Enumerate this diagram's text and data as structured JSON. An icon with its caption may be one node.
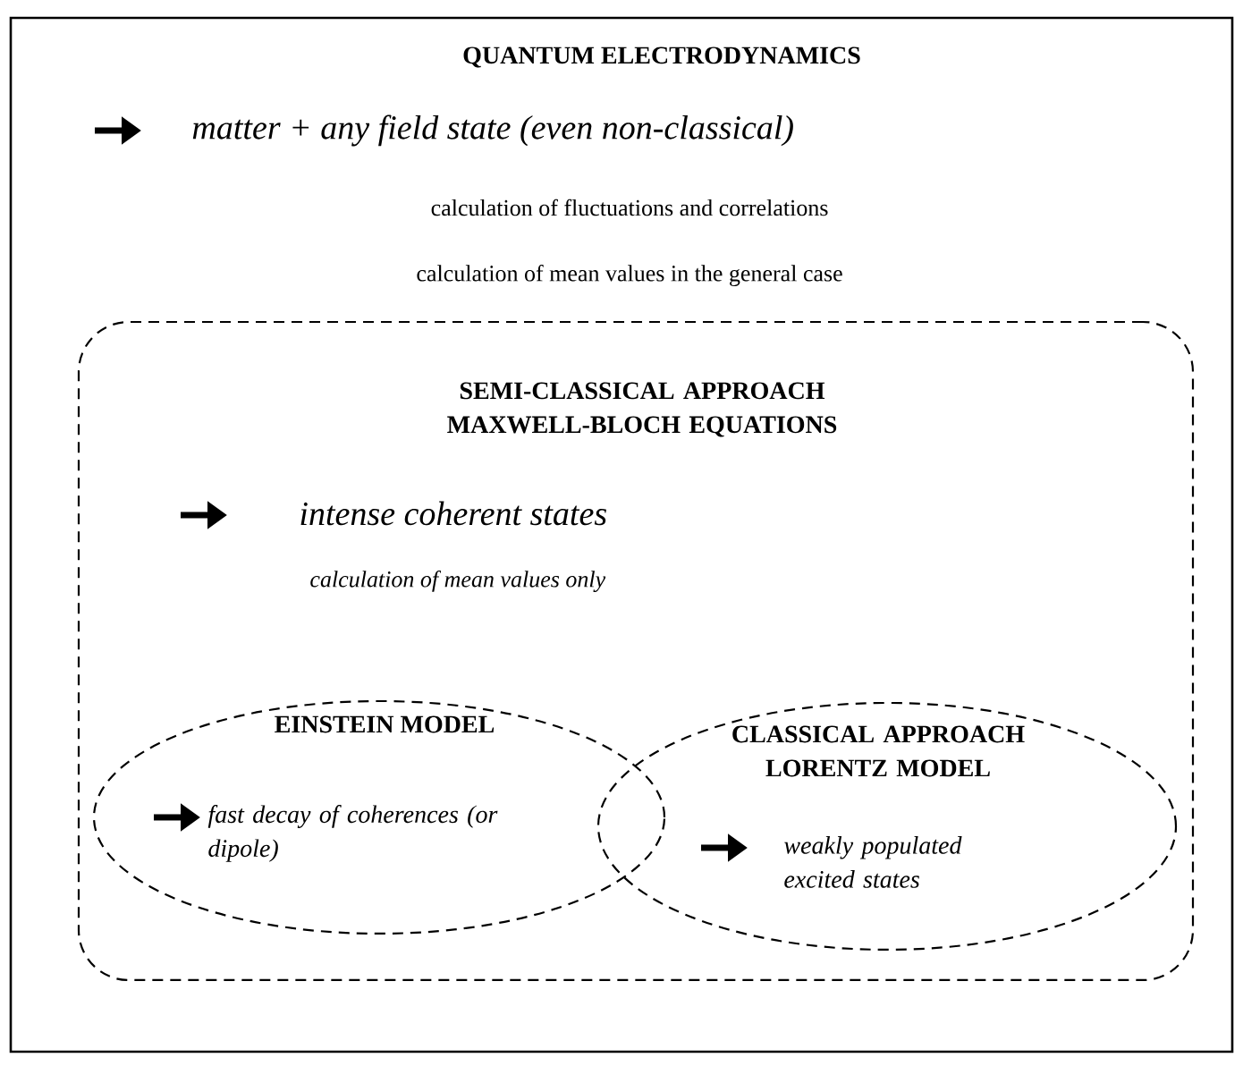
{
  "diagram": {
    "nodes": [
      {
        "text": [
          "QUANTUM ELECTRODYNAMICS",
          "matter + any field state (even non-classical)",
          "calculation of fluctuations and correlations",
          "calculation of mean values in the general case"
        ]
      },
      {
        "text": [
          "SEMI-CLASSICAL APPROACH MAXWELL-BLOCH EQUATIONS",
          "intense coherent states",
          "calculation of mean values only"
        ],
        "in": 0
      },
      {
        "text": [
          "EINSTEIN MODEL",
          "fast decay of coherences (or dipole)"
        ],
        "in": 1
      },
      {
        "text": [
          "CLASSICAL APPROACH LORENTZ MODEL",
          "weakly populated excited states"
        ],
        "in": 1
      }
    ]
  }
}
